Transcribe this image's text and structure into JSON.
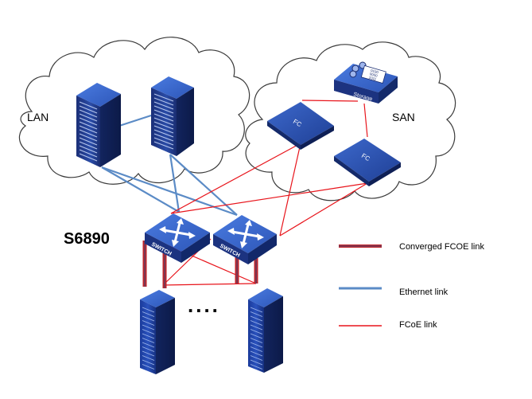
{
  "clouds": {
    "lan": {
      "label": "LAN"
    },
    "san": {
      "label": "SAN"
    }
  },
  "devices": {
    "switch_model": "S6890",
    "switch_label": "SWITCH",
    "fc_label": "FC",
    "storage_label": "Storage",
    "storage_bits": [
      "0100",
      "0000",
      "1011"
    ]
  },
  "ellipsis": "....",
  "legend": {
    "items": [
      {
        "label": "Converged FCOE link",
        "color": "#7a3f5a",
        "edge": "#c0242a"
      },
      {
        "label": "Ethernet link",
        "color": "#4f81bd",
        "edge": "#4f81bd"
      },
      {
        "label": "FCoE link",
        "color": "#e8141b",
        "edge": "#e8141b"
      }
    ]
  },
  "colors": {
    "ethernet": "#5b8bc6",
    "fcoe": "#e8141b",
    "converged_outer": "#c0242a",
    "converged_inner": "#6b3d60",
    "device_blue": "#1f3f8f",
    "device_light": "#3f6ccf"
  }
}
